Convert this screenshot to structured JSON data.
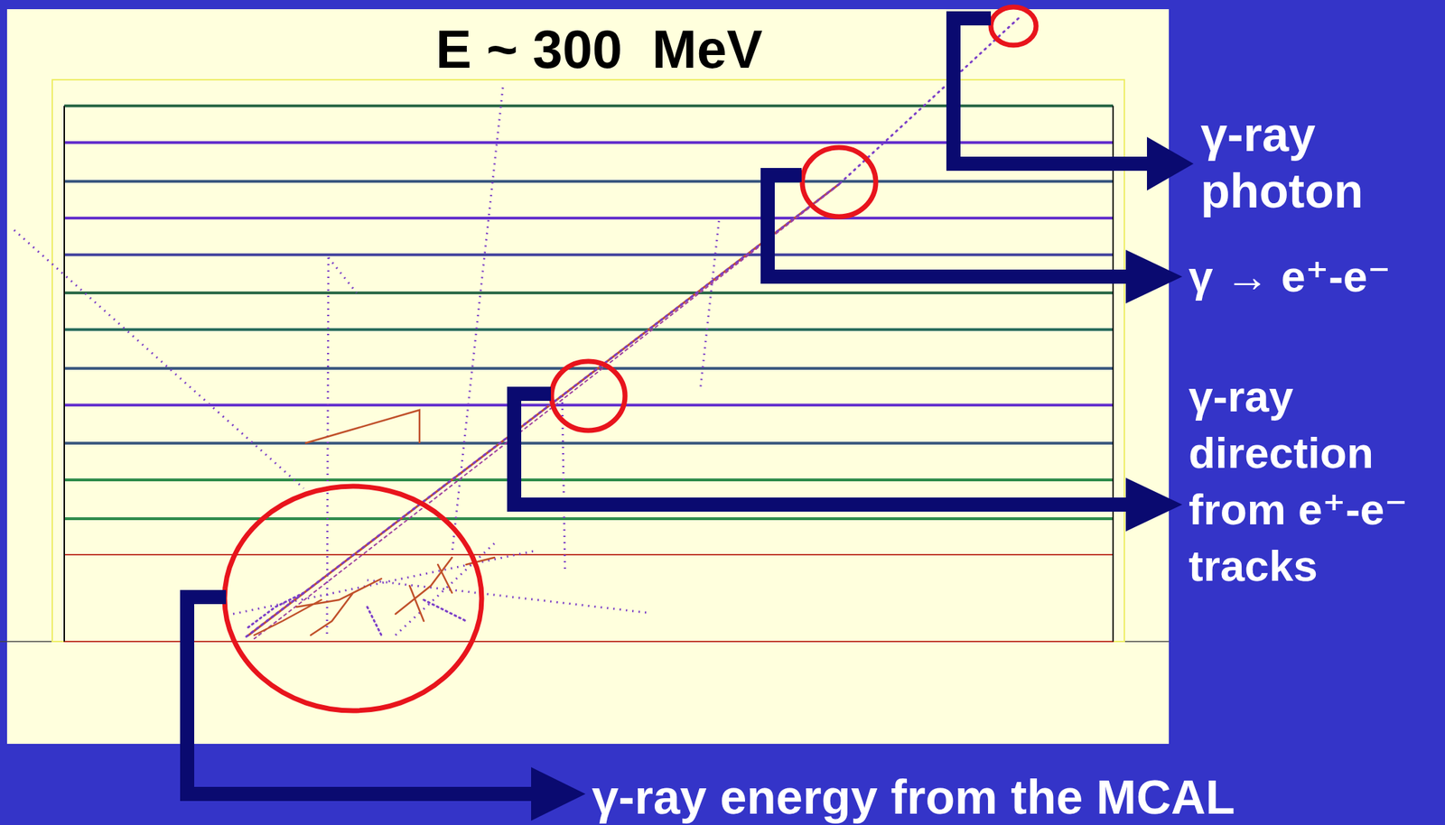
{
  "diagram": {
    "title": "E ~ 300  MeV",
    "labels": [
      "γ-ray photon",
      "γ → e⁺-e⁻",
      "γ-ray direction from e⁺-e⁻ tracks",
      "γ-ray energy from the MCAL"
    ]
  }
}
